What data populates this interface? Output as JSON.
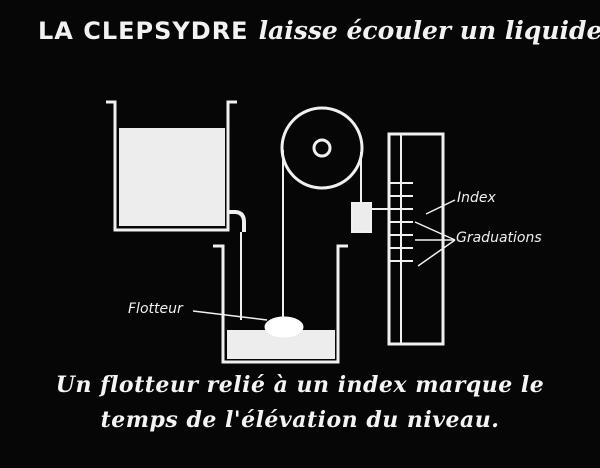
{
  "title": {
    "main": "LA CLEPSYDRE",
    "sub": "laisse écouler un liquide"
  },
  "labels": {
    "index": "Index",
    "graduations": "Graduations",
    "flotteur": "Flotteur"
  },
  "caption": {
    "line1": "Un flotteur relié à un index marque le",
    "line2": "temps de l'élévation du niveau."
  },
  "colors": {
    "background": "#060606",
    "line": "#f0f0f0",
    "liquid": "#ededed"
  }
}
